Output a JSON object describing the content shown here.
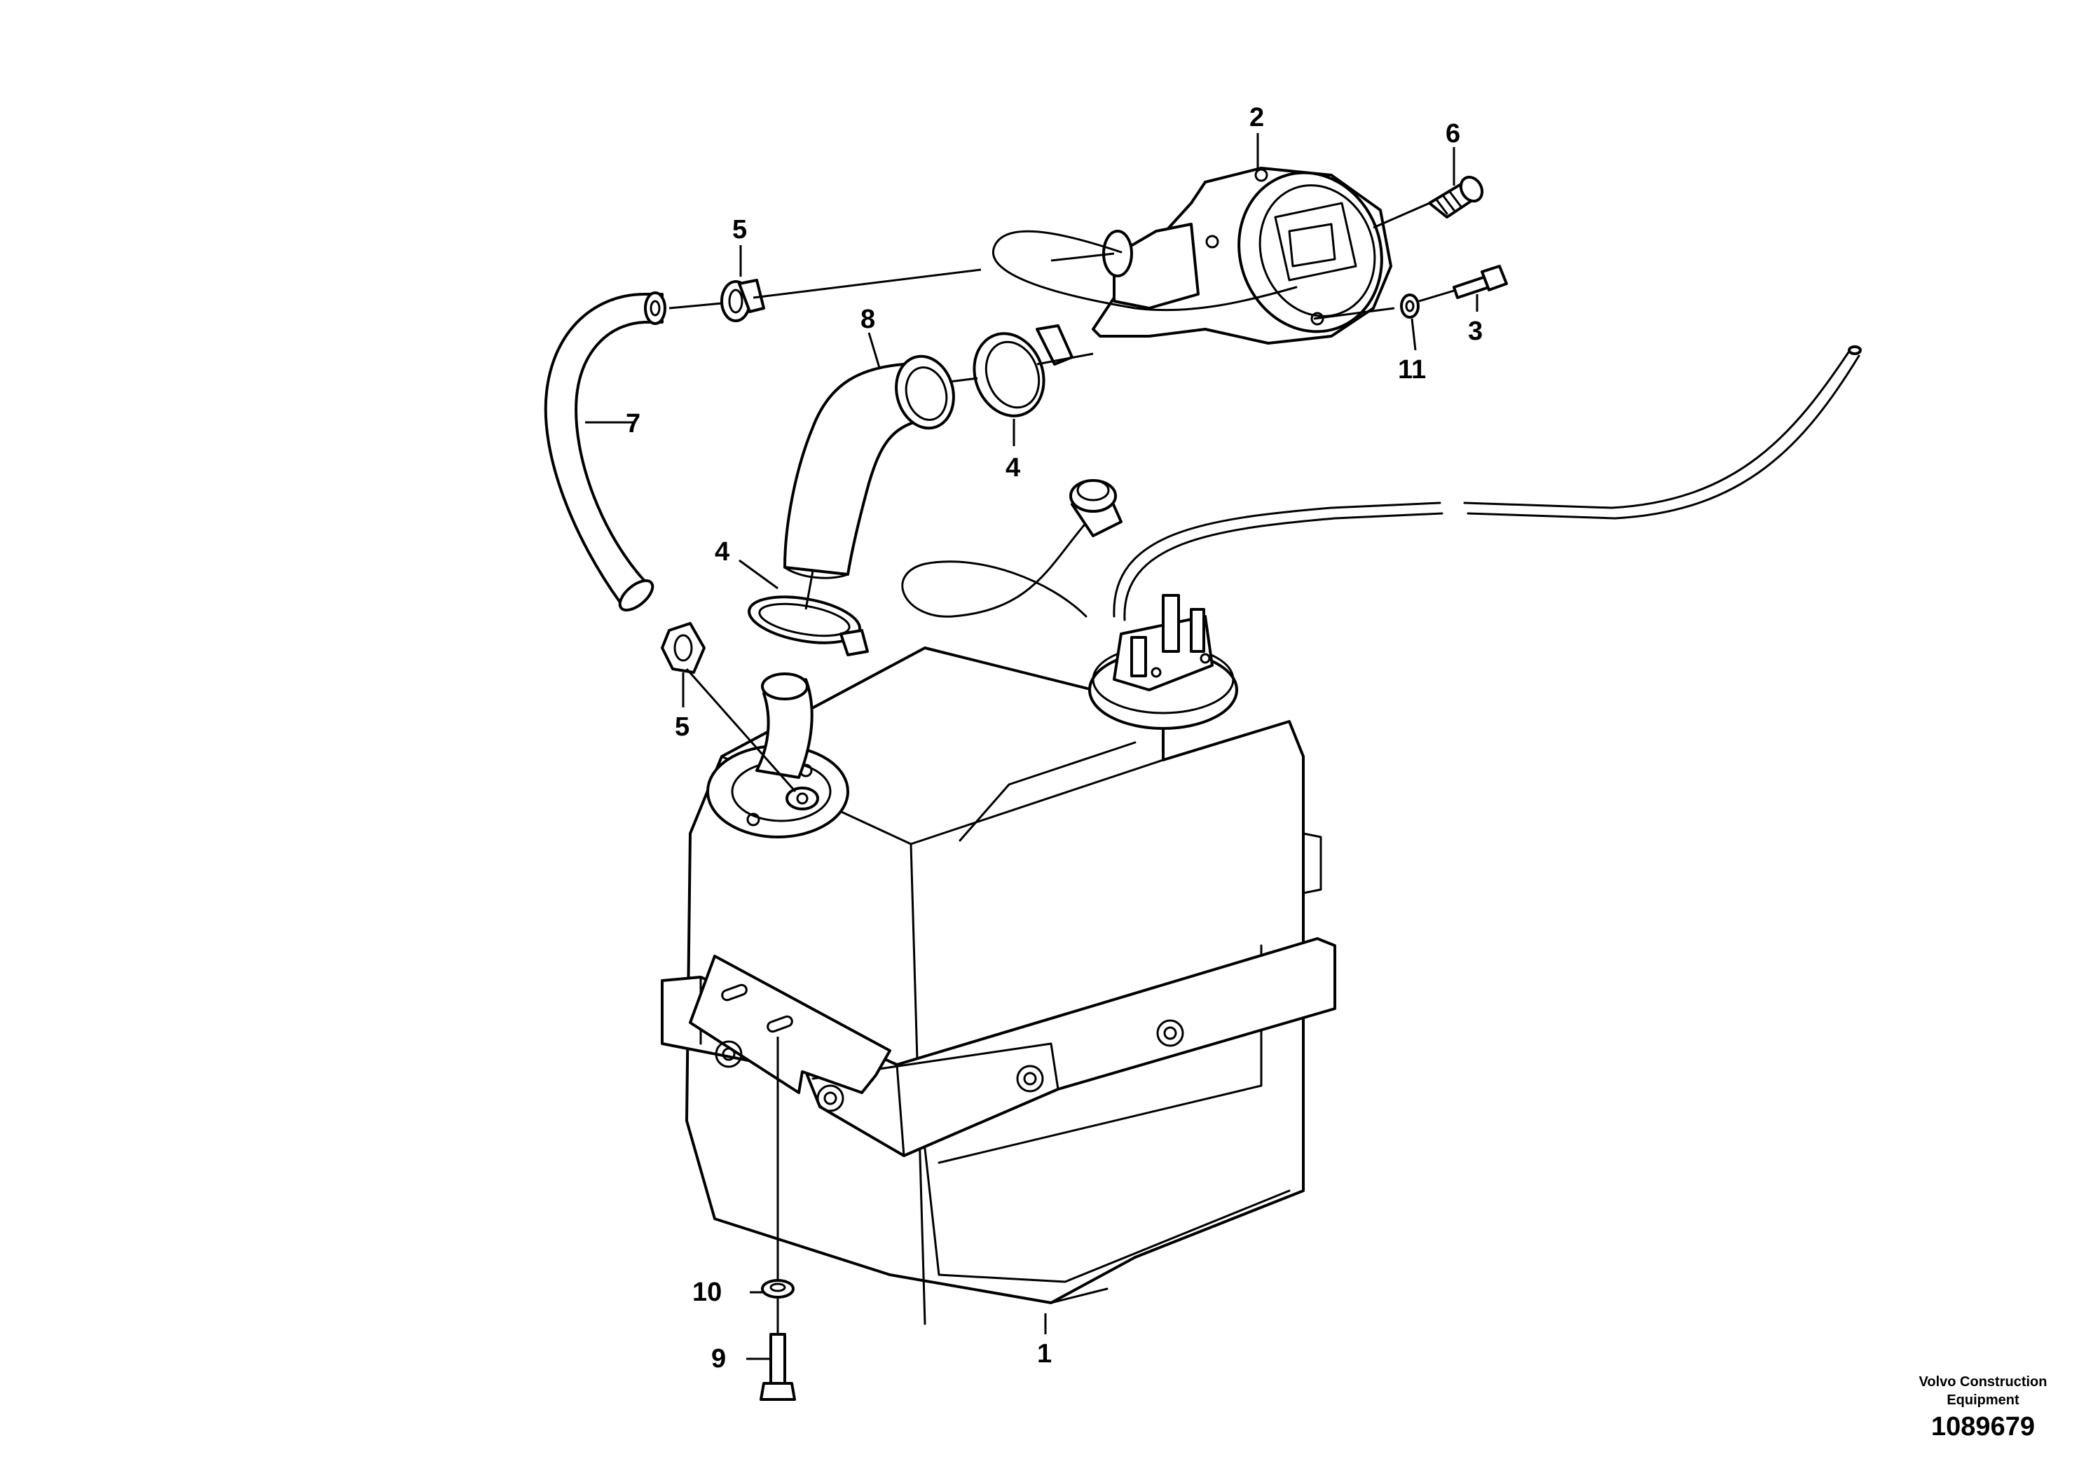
{
  "callouts": {
    "c1": "1",
    "c2": "2",
    "c3": "3",
    "c4a": "4",
    "c4b": "4",
    "c5a": "5",
    "c5b": "5",
    "c6": "6",
    "c7": "7",
    "c8": "8",
    "c9": "9",
    "c10": "10",
    "c11": "11"
  },
  "credit": {
    "line1": "Volvo Construction",
    "line2": "Equipment",
    "drawing_number": "1089679"
  },
  "colors": {
    "line": "#000000",
    "background": "#ffffff"
  }
}
